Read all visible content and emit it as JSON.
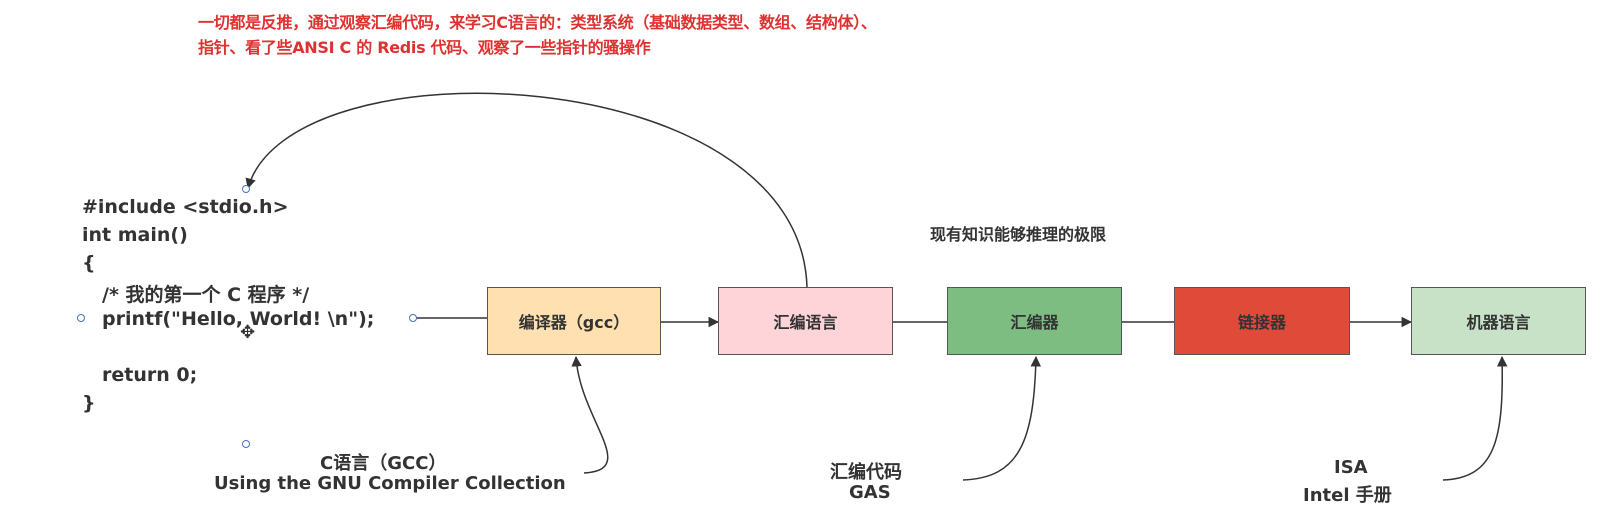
{
  "note": {
    "line1": "一切都是反推，通过观察汇编代码，来学习C语言的：类型系统（基础数据类型、数组、结构体）、",
    "line2": "指针、看了些ANSI C 的 Redis 代码、观察了一些指针的骚操作"
  },
  "code": [
    "#include <stdio.h>",
    "int main()",
    "{",
    "  /* 我的第一个 C 程序 */",
    "  printf(\"Hello, World! \\n\");",
    "",
    "  return 0;",
    "}"
  ],
  "limit_label": "现有知识能够推理的极限",
  "pipeline": [
    {
      "label": "编译器（gcc）",
      "color": "#ffe0b0"
    },
    {
      "label": "汇编语言",
      "color": "#ffd4d8"
    },
    {
      "label": "汇编器",
      "color": "#7dbd82"
    },
    {
      "label": "链接器",
      "color": "#e04a38"
    },
    {
      "label": "机器语言",
      "color": "#c8e2c8"
    }
  ],
  "annotations": {
    "gcc_line1": "C语言（GCC）",
    "gcc_line2": "Using the GNU Compiler Collection",
    "gas_line1": "汇编代码",
    "gas_line2": "GAS",
    "isa_line1": "ISA",
    "isa_line2": "Intel 手册"
  },
  "icons": {
    "cursor": "move-cursor-icon",
    "handles": "selection-handle-icon"
  }
}
